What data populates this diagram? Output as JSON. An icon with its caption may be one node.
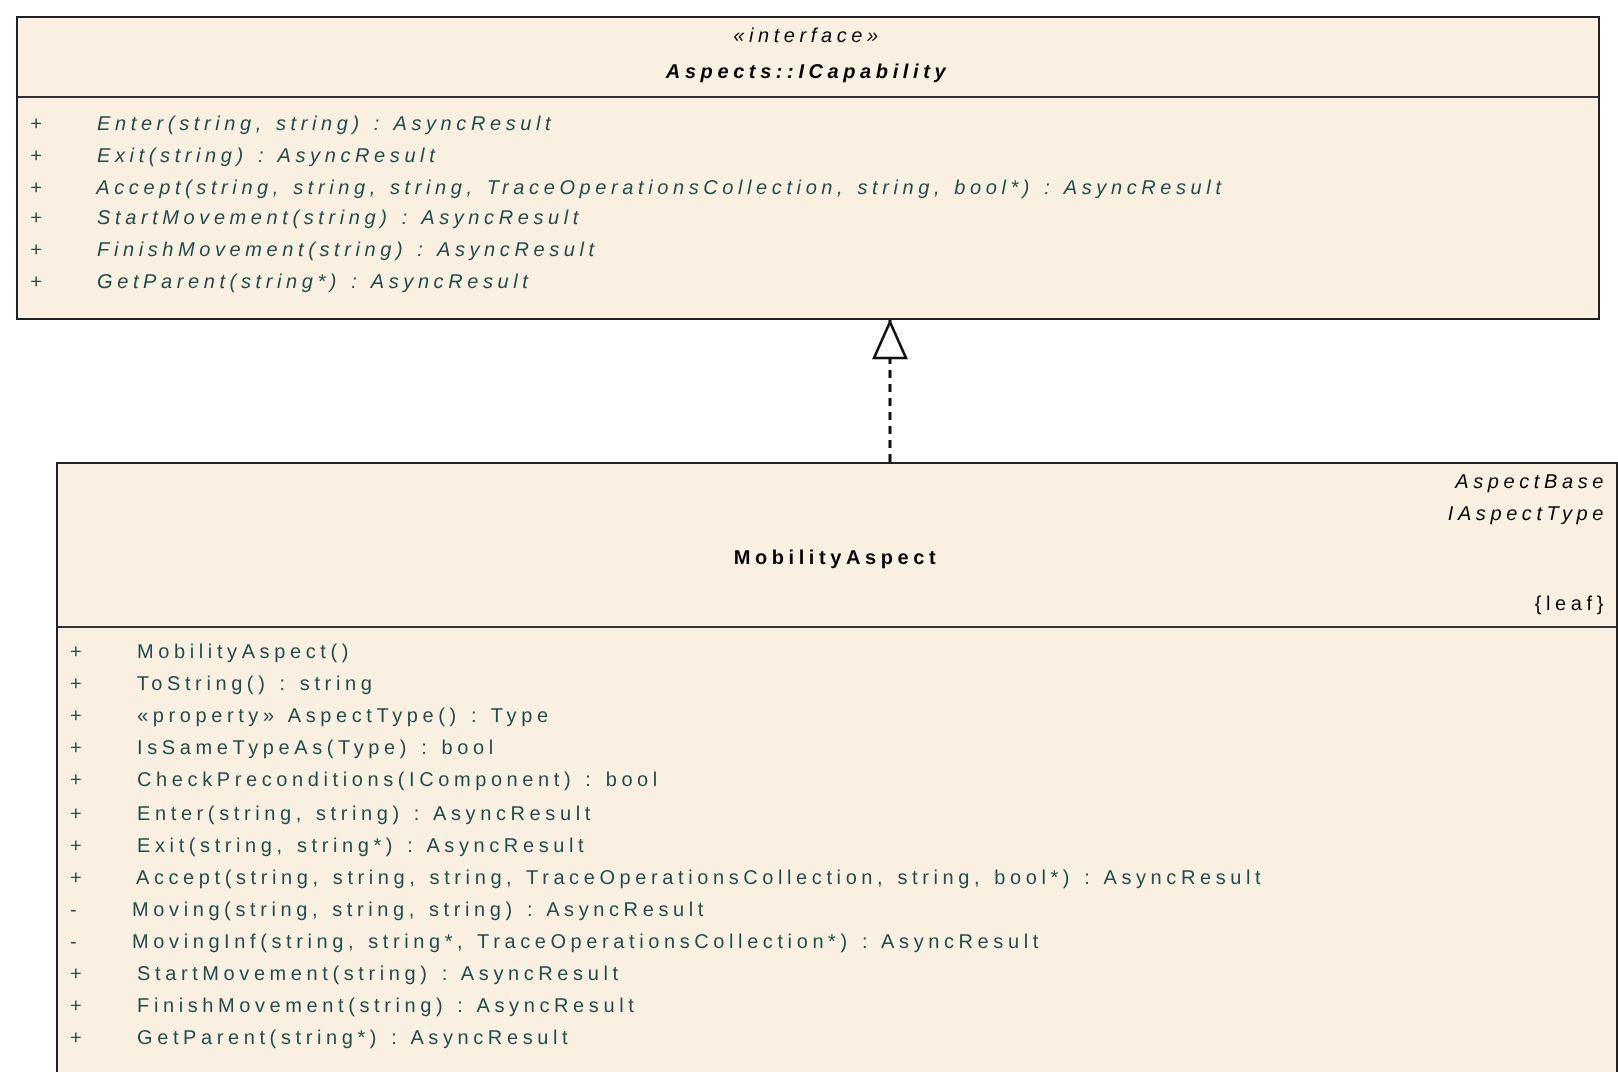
{
  "diagram": {
    "nodes": [
      {
        "text": [
          "«interface»",
          "Aspects::ICapability",
          "+ Enter(string, string) : AsyncResult",
          "+ Exit(string) : AsyncResult",
          "+ Accept(string, string, string, TraceOperationsCollection, string, bool*) : AsyncResult",
          "+ StartMovement(string) : AsyncResult",
          "+ FinishMovement(string) : AsyncResult",
          "+ GetParent(string*) : AsyncResult"
        ]
      },
      {
        "text": [
          "AspectBase",
          "IAspectType",
          "MobilityAspect",
          "{leaf}",
          "+ MobilityAspect()",
          "+ ToString() : string",
          "+ «property» AspectType() : Type",
          "+ IsSameTypeAs(Type) : bool",
          "+ CheckPreconditions(IComponent) : bool",
          "+ Enter(string, string) : AsyncResult",
          "+ Exit(string, string*) : AsyncResult",
          "+ Accept(string, string, string, TraceOperationsCollection, string, bool*) : AsyncResult",
          "- Moving(string, string, string) : AsyncResult",
          "- MovingInf(string, string*, TraceOperationsCollection*) : AsyncResult",
          "+ StartMovement(string) : AsyncResult",
          "+ FinishMovement(string) : AsyncResult",
          "+ GetParent(string*) : AsyncResult"
        ]
      }
    ],
    "edges": [
      {
        "from": 1,
        "to": 0,
        "arrow": "to",
        "style": "dashed"
      }
    ]
  }
}
